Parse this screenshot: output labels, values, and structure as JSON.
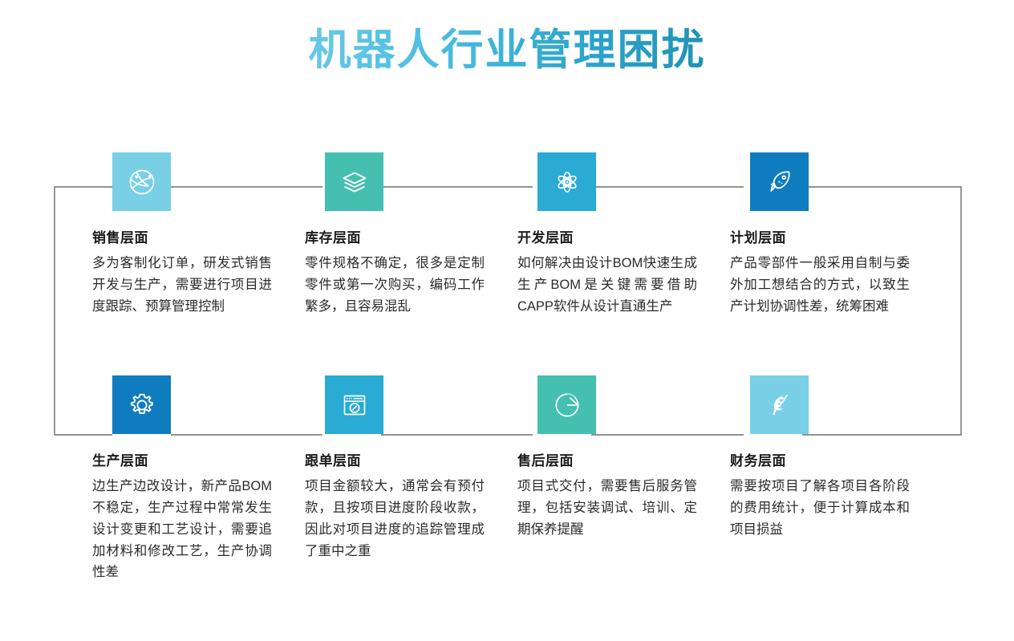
{
  "header": {
    "title": "机器人行业管理困扰",
    "title_gradient_from": "#68c8e8",
    "title_gradient_to": "#1f93b7"
  },
  "theme": {
    "line_color": "#6d6e71",
    "text_color": "#2b2b2b",
    "heading_color": "#1b1b1b",
    "background": "#ffffff"
  },
  "rows": [
    {
      "cards": [
        {
          "icon": "globe-network-icon",
          "icon_color": "#78cfe6",
          "title": "销售层面",
          "desc": "多为客制化订单，研发式销售开发与生产，需要进行项目进度跟踪、预算管理控制"
        },
        {
          "icon": "layers-stack-icon",
          "icon_color": "#45bfb0",
          "title": "库存层面",
          "desc": "零件规格不确定，很多是定制零件或第一次购买，编码工作繁多，且容易混乱"
        },
        {
          "icon": "atom-molecule-icon",
          "icon_color": "#29abd4",
          "title": "开发层面",
          "desc": "如何解决由设计BOM快速生成生产BOM是关键需要借助CAPP软件从设计直通生产"
        },
        {
          "icon": "rocket-icon",
          "icon_color": "#0f7cbf",
          "title": "计划层面",
          "desc": "产品零部件一般采用自制与委外加工想结合的方式，以致生产计划协调性差，统筹困难"
        }
      ]
    },
    {
      "cards": [
        {
          "icon": "gear-icon",
          "icon_color": "#0f7cbf",
          "title": "生产层面",
          "desc": "边生产边改设计，新产品BOM不稳定，生产过程中常常发生设计变更和工艺设计，需要追加材料和修改工艺，生产协调性差"
        },
        {
          "icon": "browser-compass-icon",
          "icon_color": "#29abd4",
          "title": "跟单层面",
          "desc": "项目金额较大，通常会有预付款，且按项目进度阶段收款，因此对项目进度的追踪管理成了重中之重"
        },
        {
          "icon": "pie-chart-icon",
          "icon_color": "#45bfb0",
          "title": "售后层面",
          "desc": "项目式交付，需要售后服务管理，包括安装调试、培训、定期保养提醒"
        },
        {
          "icon": "feather-icon",
          "icon_color": "#78cfe6",
          "title": "财务层面",
          "desc": "需要按项目了解各项目各阶段的费用统计，便于计算成本和项目损益"
        }
      ]
    }
  ]
}
